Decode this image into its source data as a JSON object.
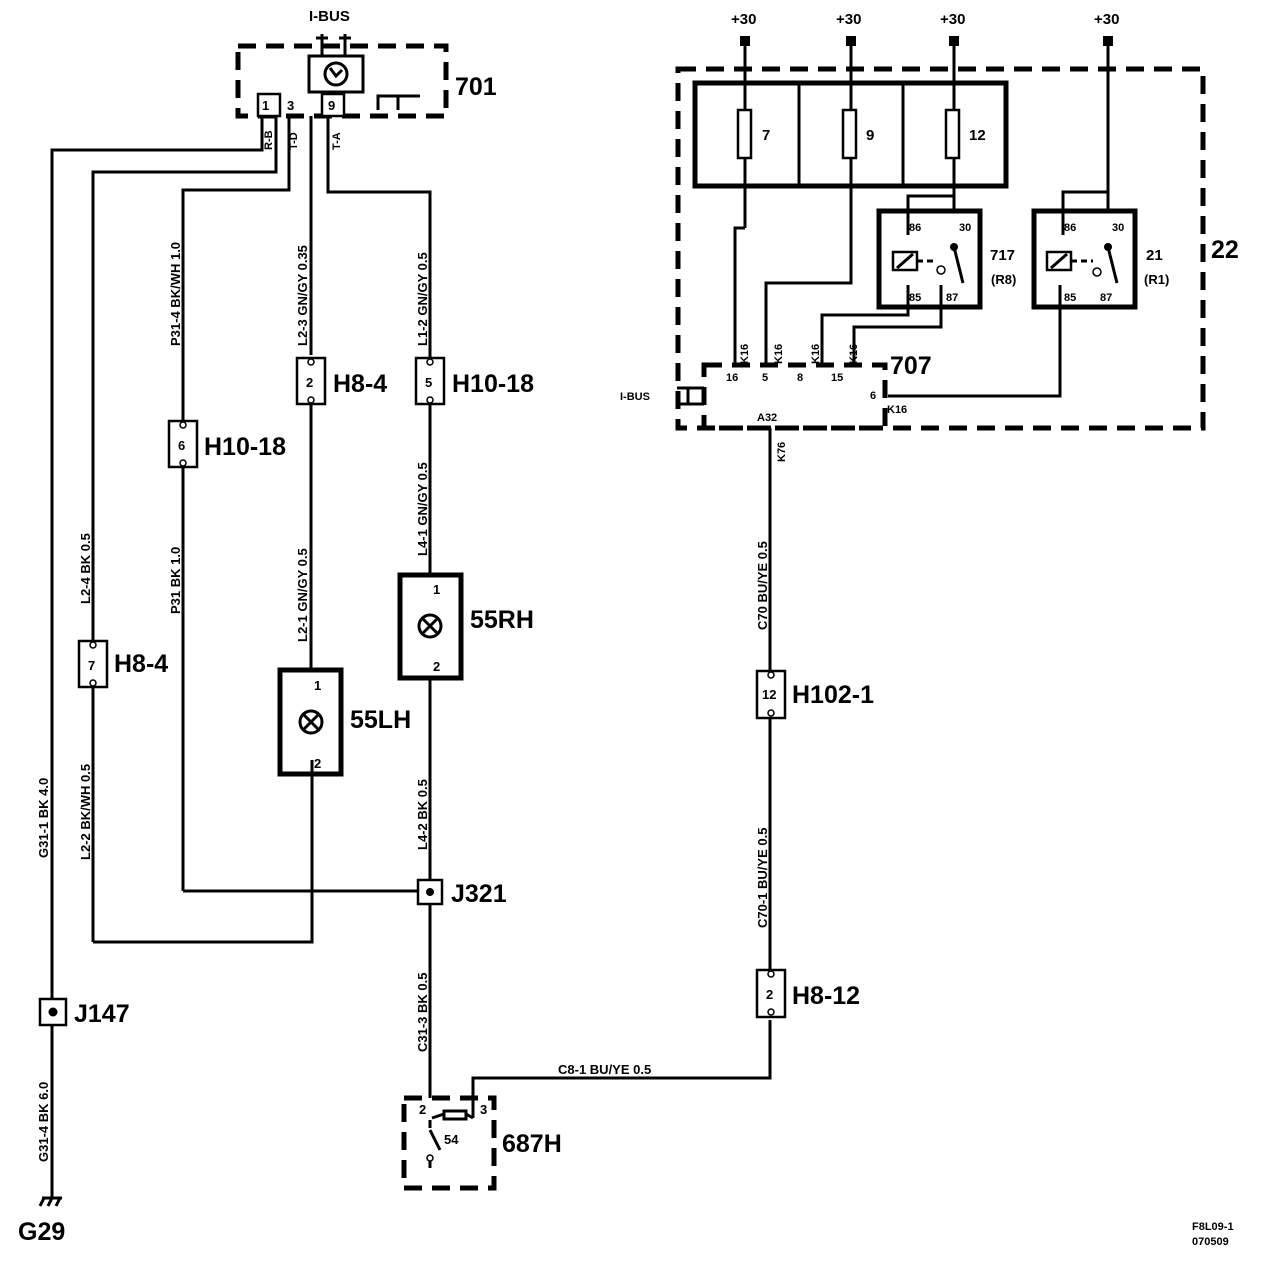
{
  "components": {
    "ibus_top": "I-BUS",
    "ibus_left": "I-BUS",
    "module_701": "701",
    "module_707": "707",
    "box_22": "22",
    "relay_717": "717",
    "relay_717_sub": "(R8)",
    "relay_21": "21",
    "relay_21_sub": "(R1)",
    "lamp_55rh": "55RH",
    "lamp_55lh": "55LH",
    "switch_687h": "687H",
    "switch_54": "54",
    "ground_g29": "G29",
    "splice_j147": "J147",
    "splice_j321": "J321"
  },
  "supply": {
    "p1": "+30",
    "p2": "+30",
    "p3": "+30",
    "p4": "+30"
  },
  "fuses": {
    "f7": "7",
    "f9": "9",
    "f12": "12"
  },
  "pins": {
    "p701_1": "1",
    "p701_3": "3",
    "p701_9": "9",
    "p701_rb": "R-B",
    "p701_td": "T-D",
    "p701_ta": "T-A",
    "r717_86": "86",
    "r717_30": "30",
    "r717_85": "85",
    "r717_87": "87",
    "r21_86": "86",
    "r21_30": "30",
    "r21_85": "85",
    "r21_87": "87",
    "m707_16": "16",
    "m707_5": "5",
    "m707_8": "8",
    "m707_15": "15",
    "m707_6": "6",
    "m707_a32": "A32",
    "k16_1": "K16",
    "k16_2": "K16",
    "k16_3": "K16",
    "k16_4": "K16",
    "k16_5": "K16",
    "k76": "K76",
    "lamp_rh_1": "1",
    "lamp_rh_2": "2",
    "lamp_lh_1": "1",
    "lamp_lh_2": "2",
    "sw_2": "2",
    "sw_3": "3"
  },
  "connectors": {
    "h8_4_top_pin": "2",
    "h8_4_top_label": "H8-4",
    "h10_18_top_pin": "5",
    "h10_18_top_label": "H10-18",
    "h10_18_mid_pin": "6",
    "h10_18_mid_label": "H10-18",
    "h8_4_mid_pin": "7",
    "h8_4_mid_label": "H8-4",
    "h102_1_pin": "12",
    "h102_1_label": "H102-1",
    "h8_12_pin": "2",
    "h8_12_label": "H8-12"
  },
  "wires": {
    "p31_4": "P31-4 BK/WH  1.0",
    "l2_3": "L2-3  GN/GY  0.35",
    "l1_2": "L1-2 GN/GY  0.5",
    "l4_1": "L4-1 GN/GY  0.5",
    "p31": "P31 BK 1.0",
    "l2_1": "L2-1  GN/GY    0.5",
    "l2_4": "L2-4 BK    0.5",
    "l2_2": "L2-2 BK/WH    0.5",
    "g31_1": "G31-1 BK  4.0",
    "l4_2": "L4-2 BK  0.5",
    "c31_3": "C31-3 BK    0.5",
    "g31_4": "G31-4 BK  6.0",
    "c70": "C70  BU/YE   0.5",
    "c70_1": "C70-1  BU/YE   0.5",
    "c8_1": "C8-1   BU/YE   0.5"
  },
  "footer": {
    "code1": "F8L09-1",
    "code2": "070509"
  }
}
